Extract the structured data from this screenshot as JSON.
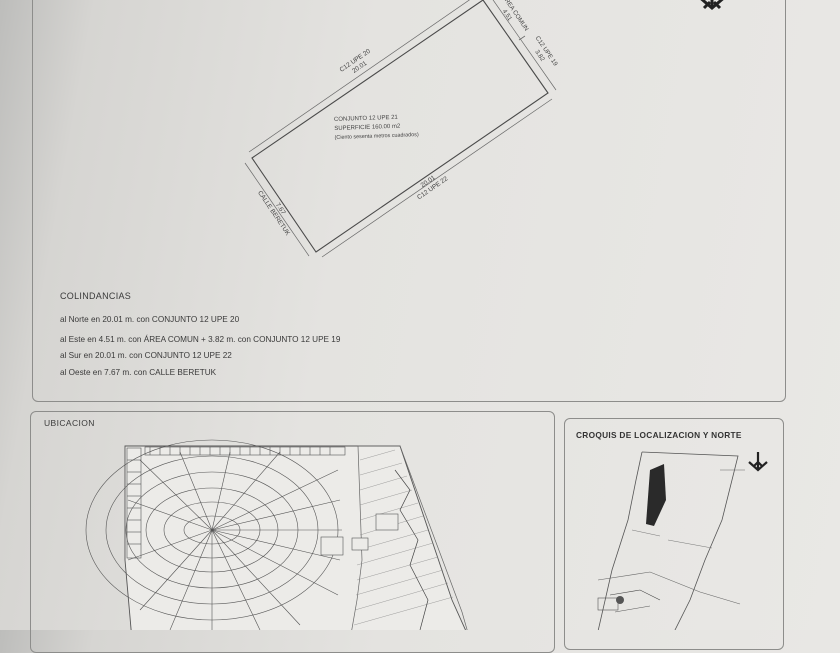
{
  "lot": {
    "name": "CONJUNTO 12 UPE 21",
    "area": "SUPERFICIE 160.00 m2",
    "area_words": "(Ciento sesenta metros cuadrados)",
    "north_label": "C12 UPE 20",
    "north_dim": "20.01",
    "south_label": "C12 UPE 22",
    "south_dim": "20.01",
    "west_label": "CALLE BERETUK",
    "west_dim": "7.67",
    "east_label": "C12 UPE 19",
    "east_dim": "3.82",
    "common_label": "ÁREA COMUN",
    "common_dim": "4.51"
  },
  "colindancias": {
    "title": "COLINDANCIAS",
    "lines": [
      "al Norte en 20.01 m. con CONJUNTO 12 UPE 20",
      "al Este en 4.51 m. con ÁREA COMUN + 3.82 m. con CONJUNTO 12 UPE 19",
      "al Sur en 20.01 m. con CONJUNTO 12 UPE 22",
      "al Oeste en 7.67 m. con CALLE BERETUK"
    ]
  },
  "ubicacion": {
    "title": "UBICACION"
  },
  "croquis": {
    "title": "CROQUIS DE LOCALIZACION Y NORTE"
  },
  "icons": {
    "north_arrow": "north-arrow-icon"
  }
}
